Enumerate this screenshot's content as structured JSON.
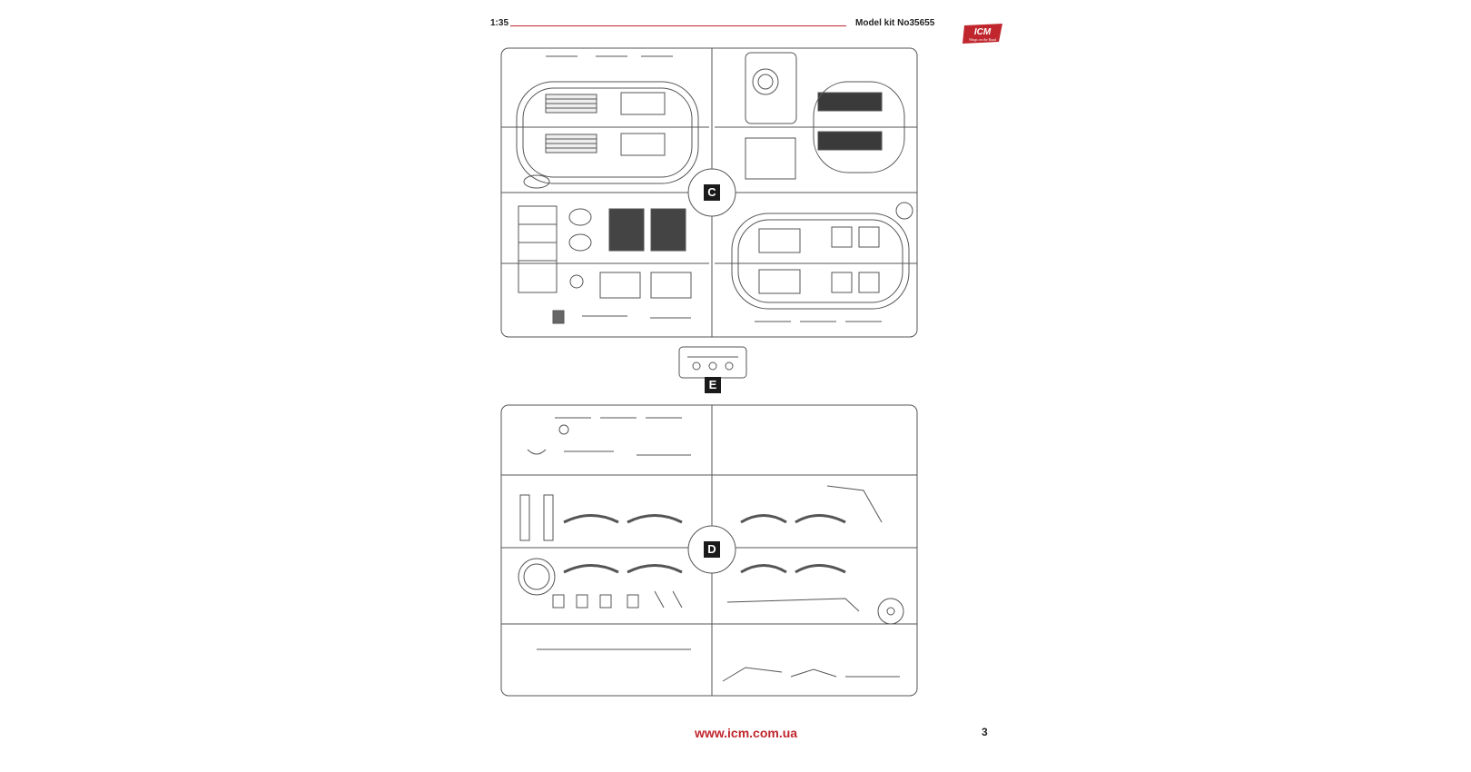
{
  "header": {
    "scale": "1:35",
    "kit_label": "Model kit No35655",
    "brand": "ICM",
    "brand_tagline": "Wings on the Road"
  },
  "sprues": {
    "c_label": "C",
    "e_label": "E",
    "d_label": "D"
  },
  "footer": {
    "url": "www.icm.com.ua",
    "page_number": "3"
  },
  "colors": {
    "accent": "#c0262d",
    "line": "#555555",
    "badge": "#1a1a1a"
  }
}
